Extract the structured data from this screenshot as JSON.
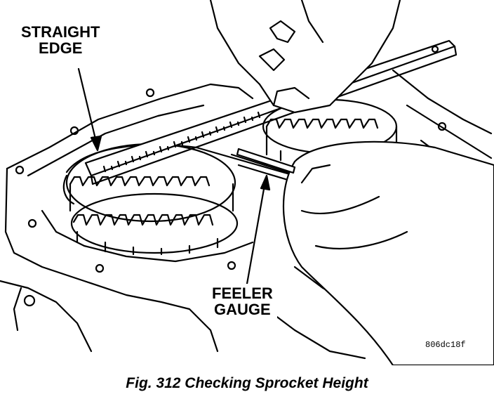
{
  "labels": {
    "straight_edge_line1": "STRAIGHT",
    "straight_edge_line2": "EDGE",
    "feeler_gauge_line1": "FEELER",
    "feeler_gauge_line2": "GAUGE"
  },
  "figure_code": "806dc18f",
  "caption": "Fig. 312 Checking Sprocket Height"
}
